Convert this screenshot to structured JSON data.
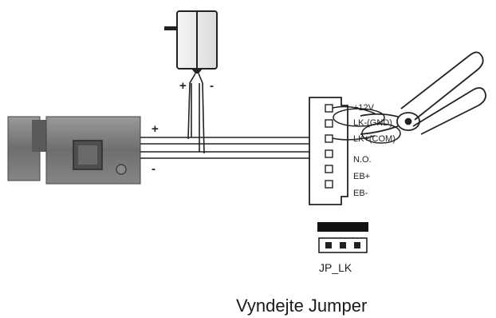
{
  "polarity": {
    "adapter_plus": "+",
    "adapter_minus": "-",
    "lock_plus": "+",
    "lock_minus": "-"
  },
  "connector": {
    "pins": [
      "+12V",
      "LK-(GND)",
      "LK+(COM)",
      "N.O.",
      "EB+",
      "EB-"
    ]
  },
  "jumper": {
    "label": "JP_LK"
  },
  "caption": "Vyndejte Jumper",
  "colors": {
    "line": "#222222",
    "lock_body": "#7a7a7a",
    "lock_dark": "#555555",
    "jumper_cap": "#111111"
  }
}
